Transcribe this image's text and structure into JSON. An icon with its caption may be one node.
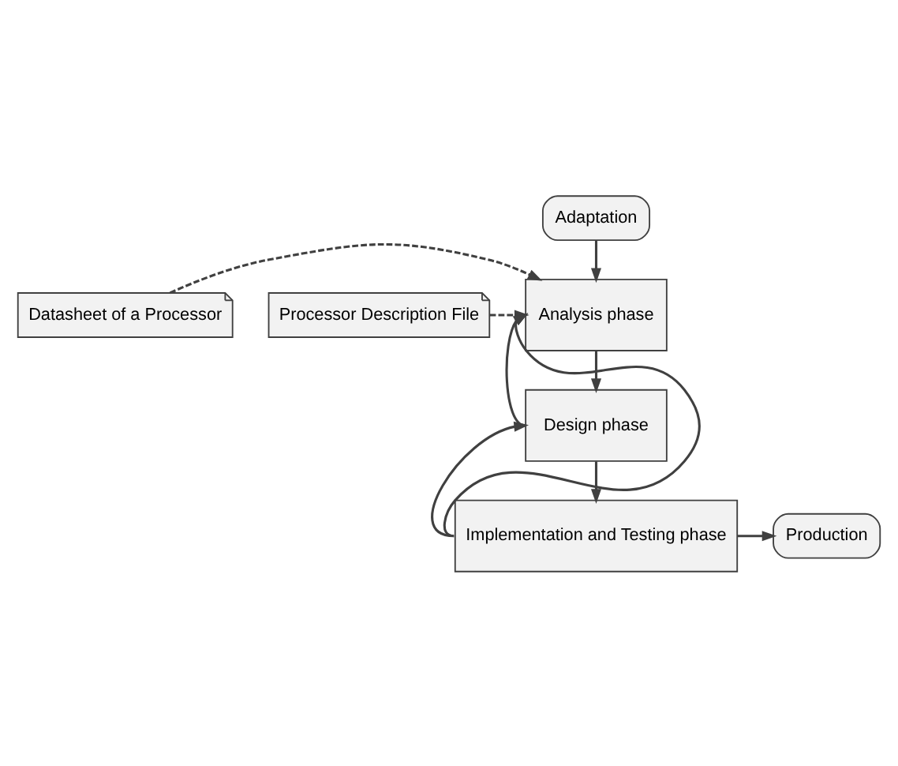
{
  "diagram": {
    "nodes": [
      {
        "text": [
          "Adaptation"
        ]
      },
      {
        "text": [
          "Analysis phase"
        ]
      },
      {
        "text": [
          "Datasheet of a Processor"
        ]
      },
      {
        "text": [
          "Processor Description File"
        ]
      },
      {
        "text": [
          "Design phase"
        ]
      },
      {
        "text": [
          "Implementation and Testing phase"
        ]
      },
      {
        "text": [
          "Production"
        ]
      }
    ],
    "edges": [
      {
        "from": 0,
        "to": 1,
        "arrow": "to"
      },
      {
        "from": 2,
        "to": 1,
        "arrow": "to",
        "style": "dashed"
      },
      {
        "from": 3,
        "to": 1,
        "arrow": "to",
        "style": "dashed"
      },
      {
        "from": 1,
        "to": 4,
        "arrow": "to"
      },
      {
        "from": 4,
        "to": 5,
        "arrow": "to"
      },
      {
        "from": 5,
        "to": 6,
        "arrow": "to"
      },
      {
        "from": 5,
        "to": 1,
        "arrow": "to"
      },
      {
        "from": 4,
        "to": 1,
        "arrow": "to"
      },
      {
        "from": 5,
        "to": 4,
        "arrow": "to"
      }
    ]
  }
}
